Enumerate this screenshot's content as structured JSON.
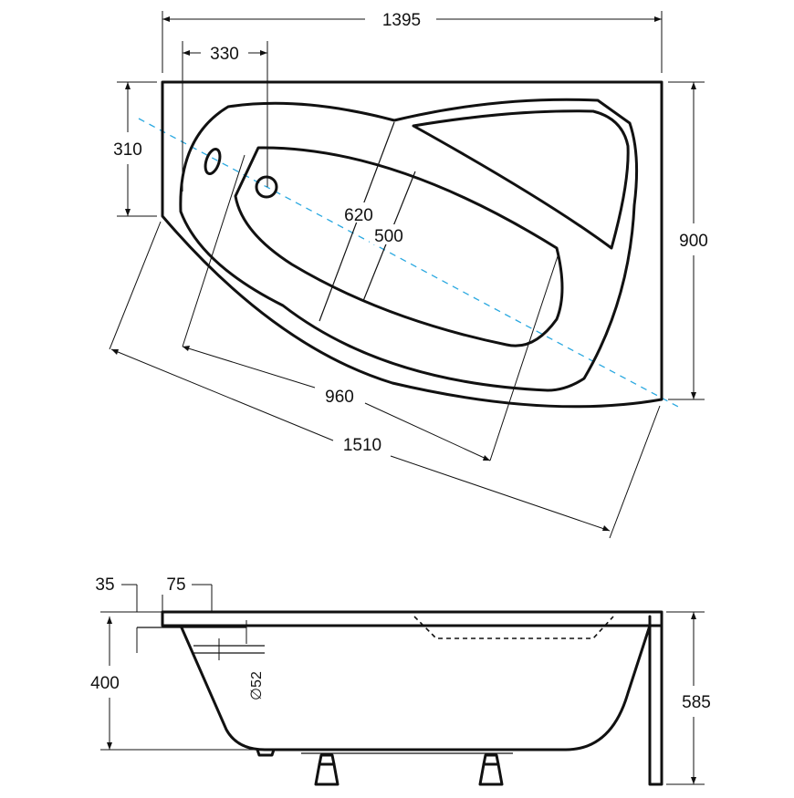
{
  "top_view": {
    "dimensions": {
      "overall_width": "1395",
      "drain_offset": "330",
      "corner_depth": "310",
      "inner_width_a": "620",
      "inner_width_b": "500",
      "overall_depth": "900",
      "inner_length": "960",
      "overall_length": "1510"
    }
  },
  "side_view": {
    "dimensions": {
      "rim_thickness": "35",
      "rim_width": "75",
      "overflow_diameter": "∅52",
      "inner_depth": "400",
      "total_height": "585"
    }
  },
  "colors": {
    "outline": "#111111",
    "centerline": "#29a8e0"
  }
}
